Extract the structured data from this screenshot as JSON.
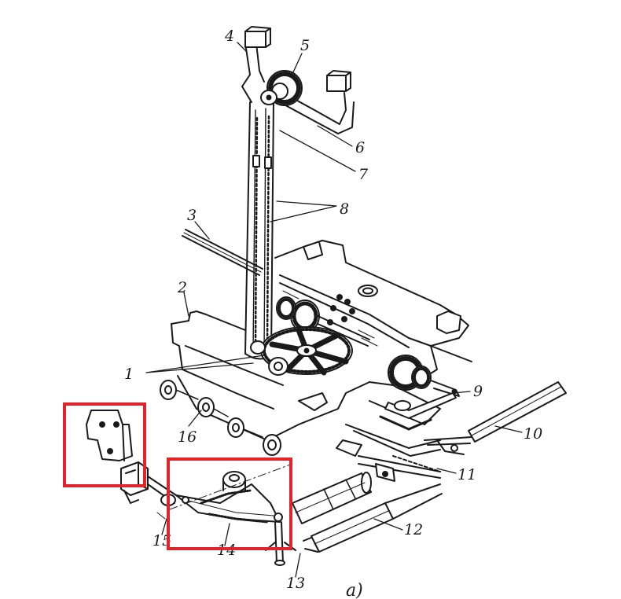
{
  "labels": [
    {
      "id": "4",
      "text": "4"
    },
    {
      "id": "5",
      "text": "5"
    },
    {
      "id": "6",
      "text": "6"
    },
    {
      "id": "7",
      "text": "7"
    },
    {
      "id": "8",
      "text": "8"
    },
    {
      "id": "3",
      "text": "3"
    },
    {
      "id": "2",
      "text": "2"
    },
    {
      "id": "1",
      "text": "1"
    },
    {
      "id": "9",
      "text": "9"
    },
    {
      "id": "10",
      "text": "10"
    },
    {
      "id": "16",
      "text": "16"
    },
    {
      "id": "11",
      "text": "11"
    },
    {
      "id": "12",
      "text": "12"
    },
    {
      "id": "15",
      "text": "15"
    },
    {
      "id": "14",
      "text": "14"
    },
    {
      "id": "13",
      "text": "13"
    }
  ],
  "caption": "а)",
  "colors": {
    "ink": "#1a1a1a",
    "highlight": "#e0242b",
    "background": "#ffffff"
  },
  "highlights": [
    {
      "name": "highlight-box-bracket"
    },
    {
      "name": "highlight-box-linkage-14"
    }
  ]
}
